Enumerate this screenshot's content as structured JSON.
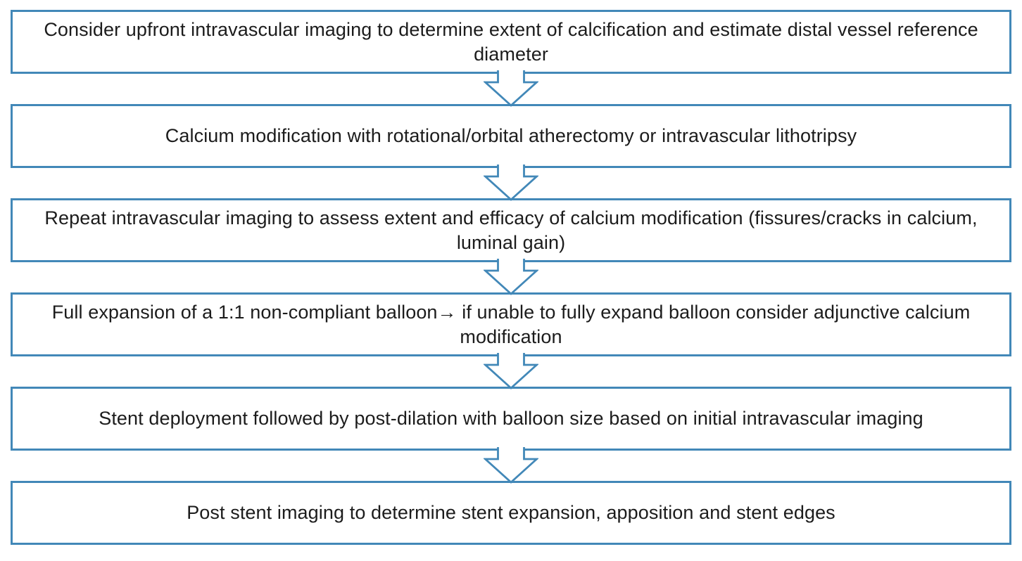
{
  "flowchart": {
    "description": "Calcified lesion PCI treatment algorithm flow diagram",
    "steps": [
      "Consider upfront intravascular imaging to determine extent of calcification and estimate distal vessel reference diameter",
      "Calcium modification with rotational/orbital atherectomy or intravascular lithotripsy",
      "Repeat intravascular imaging to assess extent and efficacy of calcium modification (fissures/cracks in calcium, luminal gain)",
      "Full expansion of a 1:1 non-compliant balloon→ if unable to fully expand balloon consider adjunctive calcium modification",
      "Stent deployment followed by post-dilation with balloon size based on initial intravascular imaging",
      "Post stent imaging to determine stent expansion, apposition and stent edges"
    ],
    "connector_icon": "down-block-arrow",
    "colors": {
      "box_border": "#4288B8",
      "box_fill": "#FFFFFF",
      "text": "#1C1C1C",
      "arrow_outline": "#4288B8",
      "arrow_fill": "#FFFFFF"
    }
  }
}
